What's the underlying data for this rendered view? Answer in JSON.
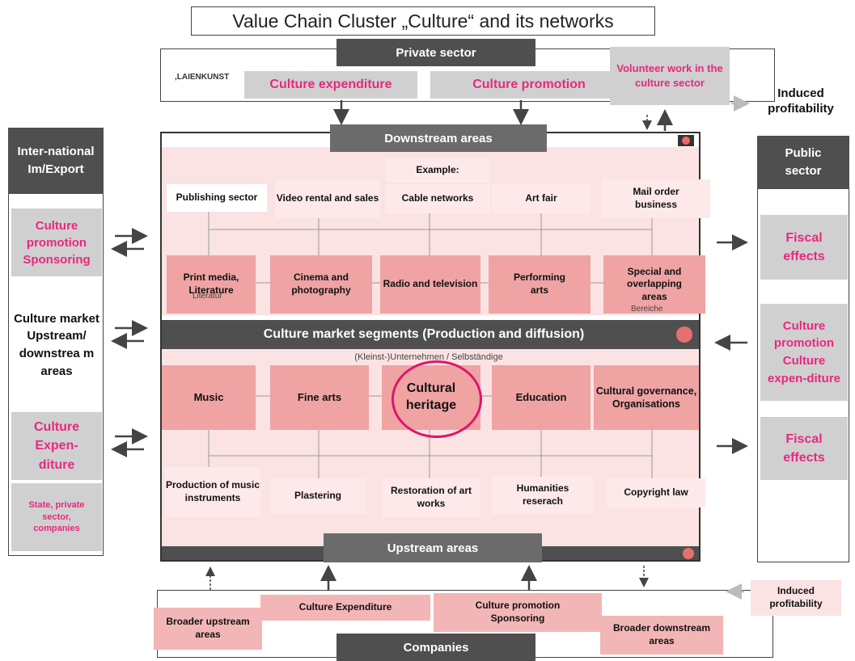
{
  "title": "Value Chain Cluster „Culture“ and its networks",
  "top": {
    "private_sector": "Private sector",
    "laienkunst": ",LAIENKUNST",
    "culture_expenditure": "Culture expenditure",
    "culture_promotion": "Culture promotion",
    "volunteer_work": "Volunteer work in the culture sector",
    "induced_profitability": "Induced profitability"
  },
  "left_panel": {
    "header": "Inter-national Im/Export",
    "culture_promotion_sponsoring": "Culture promotion Sponsoring",
    "culture_market": "Culture market Upstream/ downstrea m areas",
    "culture_expenditure": "Culture Expen-diture",
    "state_private": "State, private sector, companies"
  },
  "right_panel": {
    "header": "Public sector",
    "fiscal_effects_1": "Fiscal effects",
    "culture_promotion_expenditure": "Culture promotion Culture expen-diture",
    "fiscal_effects_2": "Fiscal effects"
  },
  "center": {
    "downstream_areas": "Downstream areas",
    "example_label": "Example:",
    "downstream_items": [
      "Publishing sector",
      "Video rental and sales",
      "Cable networks",
      "Art fair",
      "Mail order business"
    ],
    "upper_segments": [
      "Print media, Literature",
      "Cinema and photography",
      "Radio and television",
      "Performing arts",
      "Special and overlapping areas"
    ],
    "scan_fragment_1": "Literatur",
    "scan_fragment_2": "Bereiche",
    "market_segments": "Culture market segments (Production and diffusion)",
    "market_sub": "(Kleinst-)Unternehmen / Selbständige",
    "lower_segments": [
      "Music",
      "Fine arts",
      "Cultural heritage",
      "Education",
      "Cultural governance, Organisations"
    ],
    "upstream_items": [
      "Production of music instruments",
      "Plastering",
      "Restoration of art works",
      "Humanities reserach",
      "Copyright law"
    ],
    "upstream_areas": "Upstream areas"
  },
  "bottom": {
    "broader_upstream": "Broader upstream areas",
    "culture_expenditure": "Culture Expenditure",
    "culture_promotion_sponsoring": "Culture promotion Sponsoring",
    "broader_downstream": "Broader downstream areas",
    "induced_profitability": "Induced profitability",
    "companies": "Companies"
  },
  "colors": {
    "dark_header": "#4f4f4f",
    "pink_text": "#e8297f",
    "light_pink": "#fbe3e3",
    "medium_pink": "#f3b6b6",
    "dark_pink": "#efa3a3",
    "grey_box": "#d0d0d0",
    "highlight_circle": "#e0156b"
  }
}
